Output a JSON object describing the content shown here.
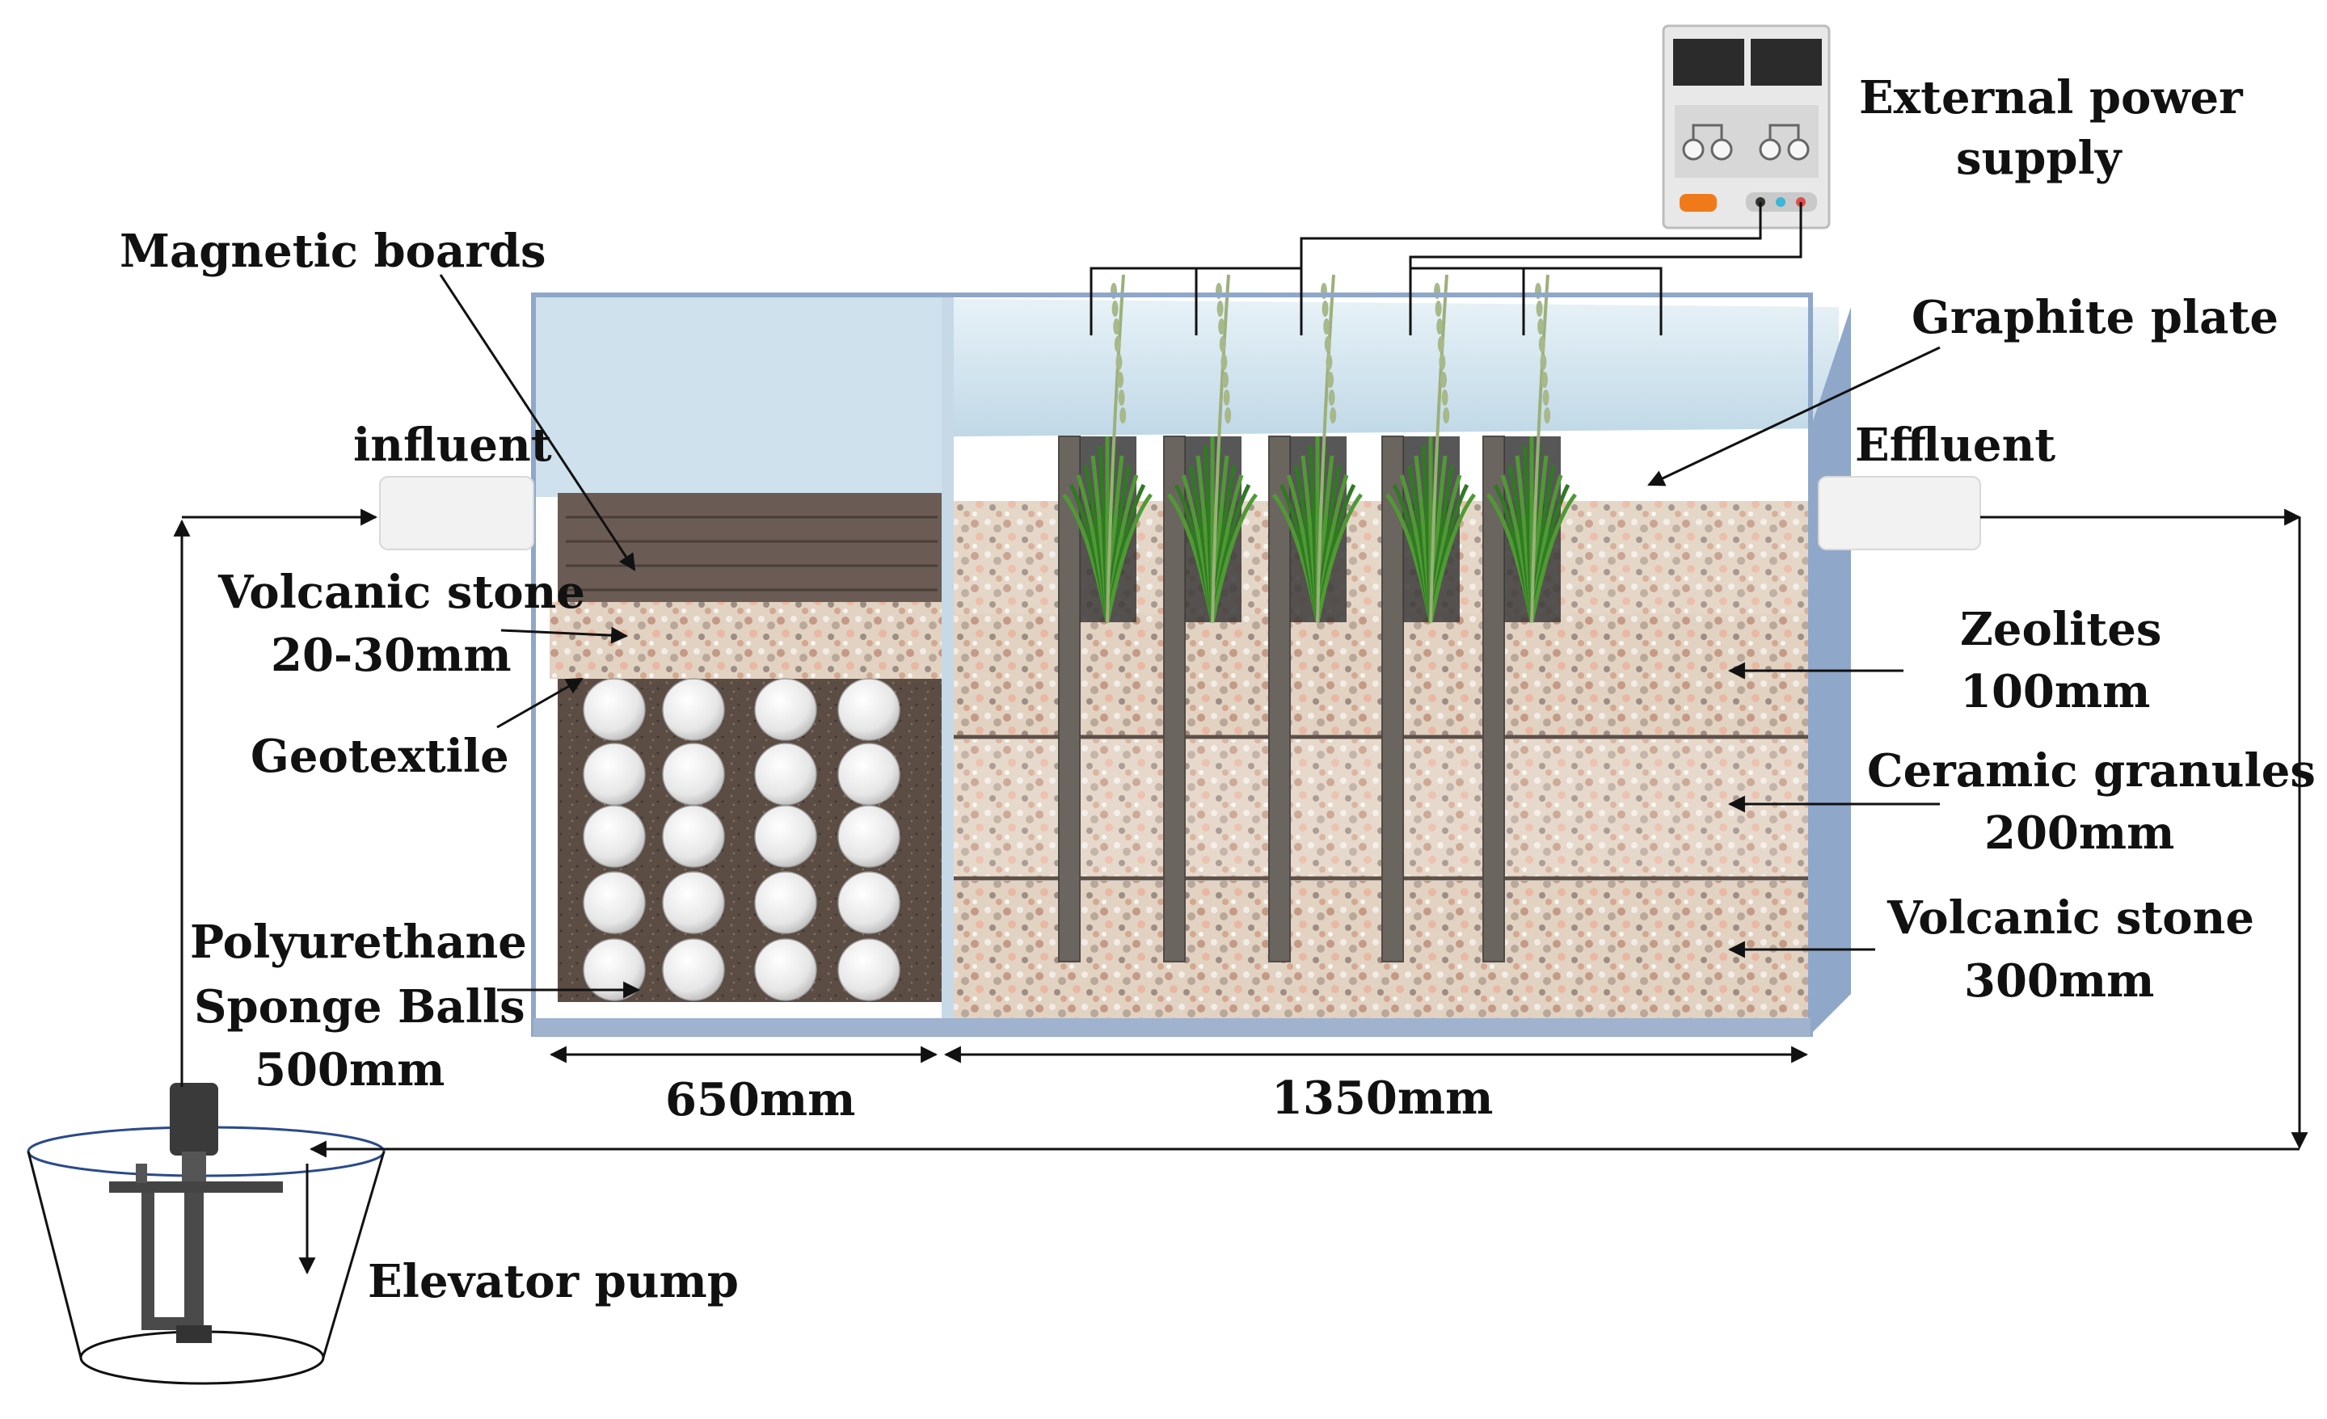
{
  "labels": {
    "external_power_supply_1": "External power",
    "external_power_supply_2": "supply",
    "magnetic_boards": "Magnetic boards",
    "graphite_plate": "Graphite plate",
    "influent": "influent",
    "effluent": "Effluent",
    "volcanic_stone_top_1": "Volcanic stone",
    "volcanic_stone_top_2": "20-30mm",
    "geotextile": "Geotextile",
    "sponge_1": "Polyurethane",
    "sponge_2": "Sponge Balls",
    "sponge_3": "500mm",
    "zeolites_1": "Zeolites",
    "zeolites_2": "100mm",
    "ceramic_1": "Ceramic granules",
    "ceramic_2": "200mm",
    "volcanic_stone_bottom_1": "Volcanic stone",
    "volcanic_stone_bottom_2": "300mm",
    "dim_left": "650mm",
    "dim_right": "1350mm",
    "elevator_pump": "Elevator pump"
  },
  "colors": {
    "water": "#cfe3ee",
    "gravel": "#d9c6b4",
    "soil": "#5a4a42",
    "graphite": "#6b6560",
    "plant": "#3f8a2a",
    "tank_side": "#8fa7c9",
    "accent_orange": "#f07a1a"
  },
  "icons": {
    "power_supply": "power-supply-icon",
    "pump": "elevator-pump-icon",
    "plant": "reed-plant-icon",
    "sponge_ball": "sponge-ball-icon"
  }
}
